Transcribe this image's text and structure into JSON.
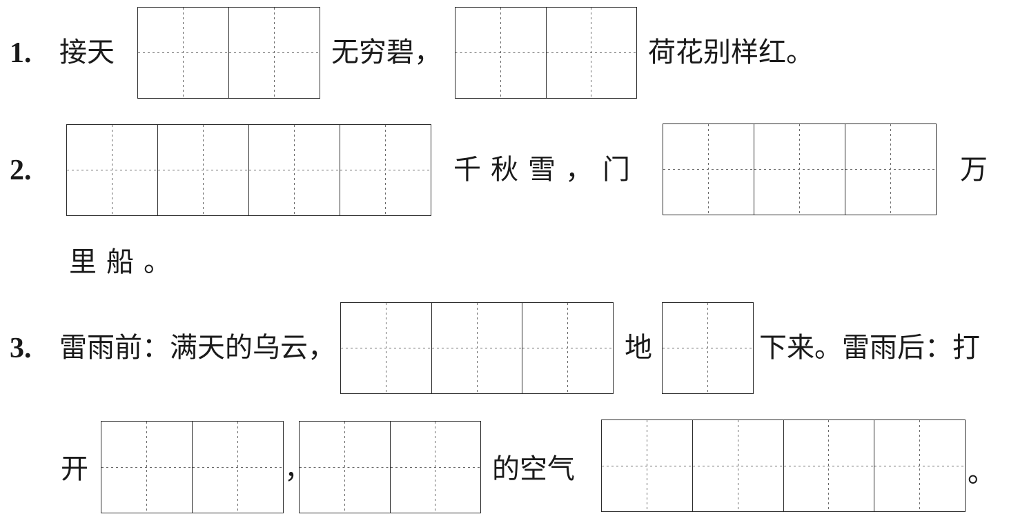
{
  "q1": {
    "number": "1.",
    "text_a": "接天",
    "text_b": "无穷碧，",
    "text_c": "荷花别样红。",
    "blank1_chars": 2,
    "blank2_chars": 2
  },
  "q2": {
    "number": "2.",
    "text_a": "千秋雪，门",
    "text_b": "万",
    "text_c": "里船。",
    "blank1_chars": 4,
    "blank2_chars": 3
  },
  "q3": {
    "number": "3.",
    "text_a": "雷雨前：满天的乌云，",
    "text_b": "地",
    "text_c": "下来。雷雨后：打",
    "text_d": "开",
    "text_e": "，",
    "text_f": "的空气",
    "text_g": "。",
    "blank1_chars": 3,
    "blank2_chars": 1,
    "blank3_chars": 2,
    "blank4_chars": 2,
    "blank5_chars": 4
  }
}
